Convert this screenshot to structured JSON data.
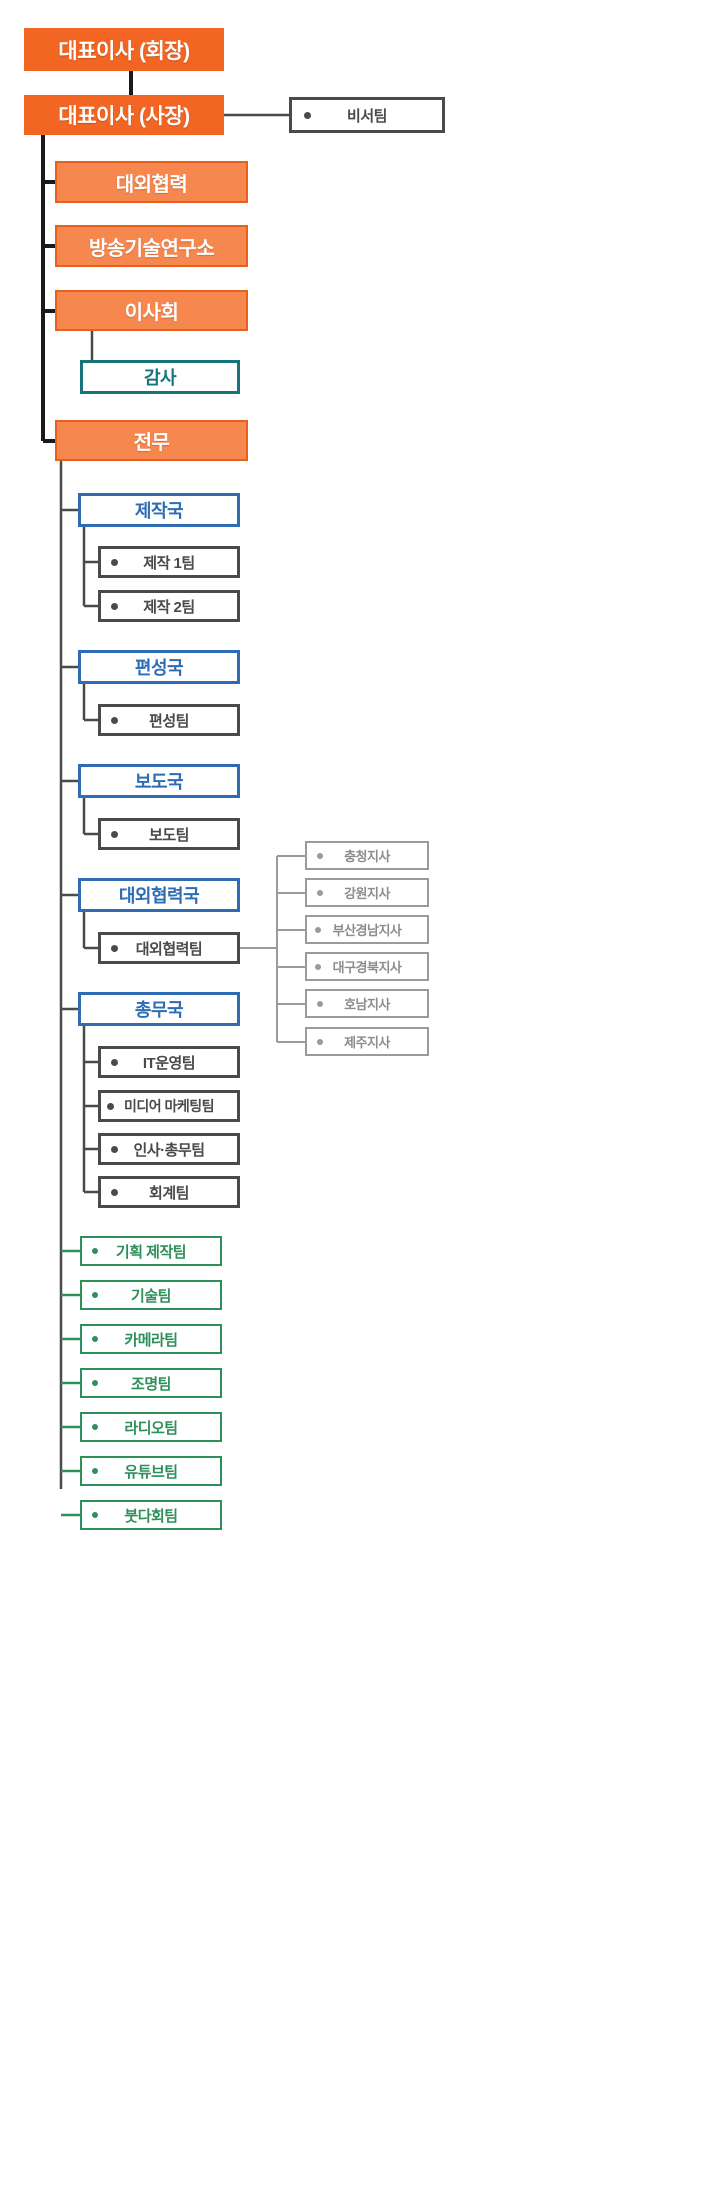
{
  "chart": {
    "title": "Organization Chart",
    "colors": {
      "executive_fill": "#F26522",
      "executive_light_fill": "#F5874F",
      "audit_border": "#16757A",
      "bureau_border": "#2E6DB4",
      "team_border": "#4A4A4A",
      "branch_border": "#9A9A9A",
      "green_border": "#2F8F5B",
      "connector_dark": "#1A1A1A",
      "connector_gray": "#8C8C8C"
    }
  },
  "nodes": {
    "ceo_chairman": {
      "label": "대표이사 (회장)",
      "type": "executive"
    },
    "ceo_president": {
      "label": "대표이사 (사장)",
      "type": "executive"
    },
    "secretary_team": {
      "label": "비서팀",
      "type": "team"
    },
    "external_affairs": {
      "label": "대외협력",
      "type": "executive-light"
    },
    "broadcast_tech_institute": {
      "label": "방송기술연구소",
      "type": "executive-light"
    },
    "board_of_directors": {
      "label": "이사회",
      "type": "executive-light"
    },
    "audit": {
      "label": "감사",
      "type": "audit"
    },
    "managing_director": {
      "label": "전무",
      "type": "executive-light"
    }
  },
  "bureaus": [
    {
      "label": "제작국",
      "teams": [
        {
          "label": "제작 1팀"
        },
        {
          "label": "제작 2팀"
        }
      ]
    },
    {
      "label": "편성국",
      "teams": [
        {
          "label": "편성팀"
        }
      ]
    },
    {
      "label": "보도국",
      "teams": [
        {
          "label": "보도팀"
        }
      ]
    },
    {
      "label": "대외협력국",
      "teams": [
        {
          "label": "대외협력팀"
        }
      ]
    },
    {
      "label": "총무국",
      "teams": [
        {
          "label": "IT운영팀"
        },
        {
          "label": "미디어 마케팅팀"
        },
        {
          "label": "인사·총무팀"
        },
        {
          "label": "회계팀"
        }
      ]
    }
  ],
  "regional_offices": [
    {
      "label": "충청지사"
    },
    {
      "label": "강원지사"
    },
    {
      "label": "부산경남지사"
    },
    {
      "label": "대구경북지사"
    },
    {
      "label": "호남지사"
    },
    {
      "label": "제주지사"
    }
  ],
  "direct_teams": [
    {
      "label": "기획 제작팀"
    },
    {
      "label": "기술팀"
    },
    {
      "label": "카메라팀"
    },
    {
      "label": "조명팀"
    },
    {
      "label": "라디오팀"
    },
    {
      "label": "유튜브팀"
    },
    {
      "label": "붓다회팀"
    }
  ]
}
